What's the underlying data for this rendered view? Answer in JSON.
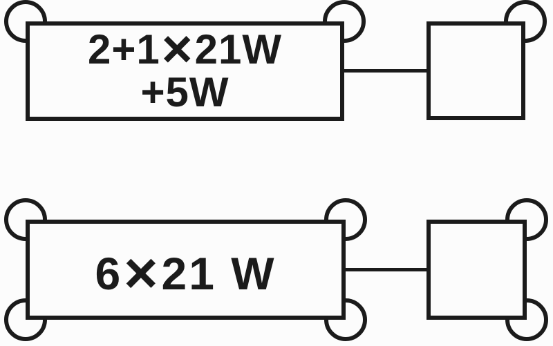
{
  "colors": {
    "ink": "#1b1b1b",
    "paper": "#fcfcfc"
  },
  "rows": [
    {
      "name": "top-circuit",
      "label": {
        "line1_prefix": "2+1",
        "line1_times": "×",
        "line1_suffix": "21W",
        "line2": "+5W"
      }
    },
    {
      "name": "bottom-circuit",
      "label": {
        "line1_prefix": "6",
        "line1_times": "×",
        "line1_suffix": "21 W"
      }
    }
  ]
}
